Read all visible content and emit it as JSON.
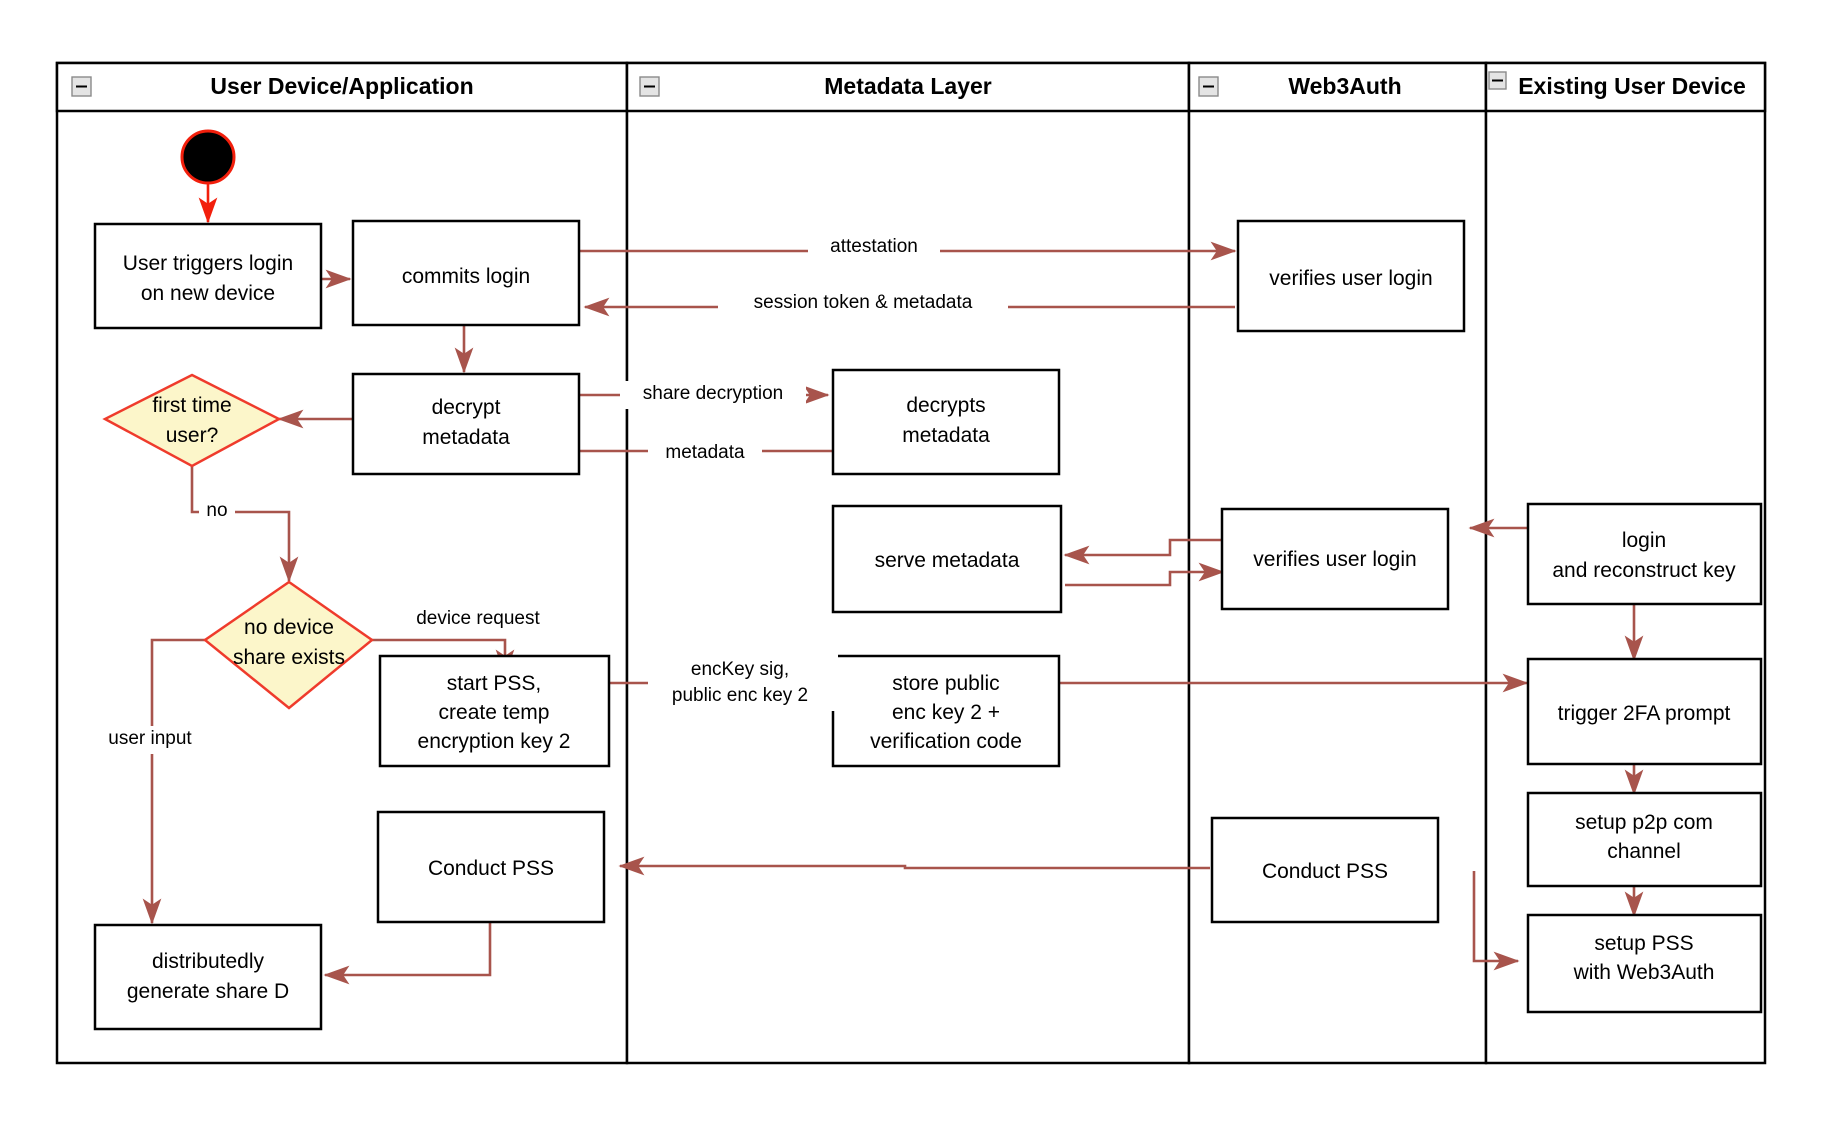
{
  "diagram": {
    "title": "Web3Auth new-device login activity diagram",
    "colors": {
      "flow_arrow": "#a8544c",
      "start_arrow": "#f21f0c",
      "decision_fill": "#fcf6ca",
      "decision_stroke": "#ef3b2c",
      "node_fill": "#ffffff",
      "node_stroke": "#000000",
      "background": "#ffffff"
    },
    "lanes": [
      {
        "id": "lane-user-device",
        "label": "User Device/Application",
        "collapse_icon": "minus-icon"
      },
      {
        "id": "lane-metadata",
        "label": "Metadata Layer",
        "collapse_icon": "minus-icon"
      },
      {
        "id": "lane-web3auth",
        "label": "Web3Auth",
        "collapse_icon": "minus-icon"
      },
      {
        "id": "lane-existing-device",
        "label": "Existing User Device",
        "collapse_icon": "minus-icon"
      }
    ],
    "start_node": {
      "id": "start-node",
      "shape": "filled-circle"
    },
    "nodes": [
      {
        "id": "user-triggers-login",
        "lane": "lane-user-device",
        "shape": "rect",
        "lines": [
          "User triggers login",
          "on new device"
        ]
      },
      {
        "id": "commits-login",
        "lane": "lane-user-device",
        "shape": "rect",
        "lines": [
          "commits login"
        ]
      },
      {
        "id": "decrypt-metadata",
        "lane": "lane-user-device",
        "shape": "rect",
        "lines": [
          "decrypt",
          "metadata"
        ]
      },
      {
        "id": "first-time-user",
        "lane": "lane-user-device",
        "shape": "diamond",
        "lines": [
          "first time",
          "user?"
        ]
      },
      {
        "id": "no-device-share-exists",
        "lane": "lane-user-device",
        "shape": "diamond",
        "lines": [
          "no device",
          "share exists"
        ]
      },
      {
        "id": "start-pss-create-temp-key",
        "lane": "lane-user-device",
        "shape": "rect",
        "lines": [
          "start PSS,",
          "create temp",
          "encryption key 2"
        ]
      },
      {
        "id": "conduct-pss-user",
        "lane": "lane-user-device",
        "shape": "rect",
        "lines": [
          "Conduct PSS"
        ]
      },
      {
        "id": "distributedly-generate-share-d",
        "lane": "lane-user-device",
        "shape": "rect",
        "lines": [
          "distributedly",
          "generate share D"
        ]
      },
      {
        "id": "decrypts-metadata",
        "lane": "lane-metadata",
        "shape": "rect",
        "lines": [
          "decrypts",
          "metadata"
        ]
      },
      {
        "id": "serve-metadata",
        "lane": "lane-metadata",
        "shape": "rect",
        "lines": [
          "serve metadata"
        ]
      },
      {
        "id": "store-public-enc-key",
        "lane": "lane-metadata",
        "shape": "rect",
        "lines": [
          "store public",
          "enc key 2 +",
          "verification code"
        ]
      },
      {
        "id": "verifies-user-login-top",
        "lane": "lane-web3auth",
        "shape": "rect",
        "lines": [
          "verifies user login"
        ]
      },
      {
        "id": "verifies-user-login-mid",
        "lane": "lane-web3auth",
        "shape": "rect",
        "lines": [
          "verifies user login"
        ]
      },
      {
        "id": "conduct-pss-web3auth",
        "lane": "lane-web3auth",
        "shape": "rect",
        "lines": [
          "Conduct PSS"
        ]
      },
      {
        "id": "login-and-reconstruct-key",
        "lane": "lane-existing-device",
        "shape": "rect",
        "lines": [
          "login",
          "and reconstruct key"
        ]
      },
      {
        "id": "trigger-2fa-prompt",
        "lane": "lane-existing-device",
        "shape": "rect",
        "lines": [
          "trigger 2FA prompt"
        ]
      },
      {
        "id": "setup-p2p-com-channel",
        "lane": "lane-existing-device",
        "shape": "rect",
        "lines": [
          "setup p2p com",
          "channel"
        ]
      },
      {
        "id": "setup-pss-with-web3auth",
        "lane": "lane-existing-device",
        "shape": "rect",
        "lines": [
          "setup PSS",
          "with Web3Auth"
        ]
      }
    ],
    "edge_labels": [
      {
        "id": "edge-attestation",
        "lines": [
          "attestation"
        ]
      },
      {
        "id": "edge-session-token",
        "lines": [
          "session token & metadata"
        ]
      },
      {
        "id": "edge-share-decryption",
        "lines": [
          "share decryption"
        ]
      },
      {
        "id": "edge-metadata",
        "lines": [
          "metadata"
        ]
      },
      {
        "id": "edge-no",
        "lines": [
          "no"
        ]
      },
      {
        "id": "edge-device-request",
        "lines": [
          "device request"
        ]
      },
      {
        "id": "edge-user-input",
        "lines": [
          "user input"
        ]
      },
      {
        "id": "edge-enckey-sig",
        "lines": [
          "encKey sig,",
          "public enc key 2"
        ]
      }
    ]
  }
}
